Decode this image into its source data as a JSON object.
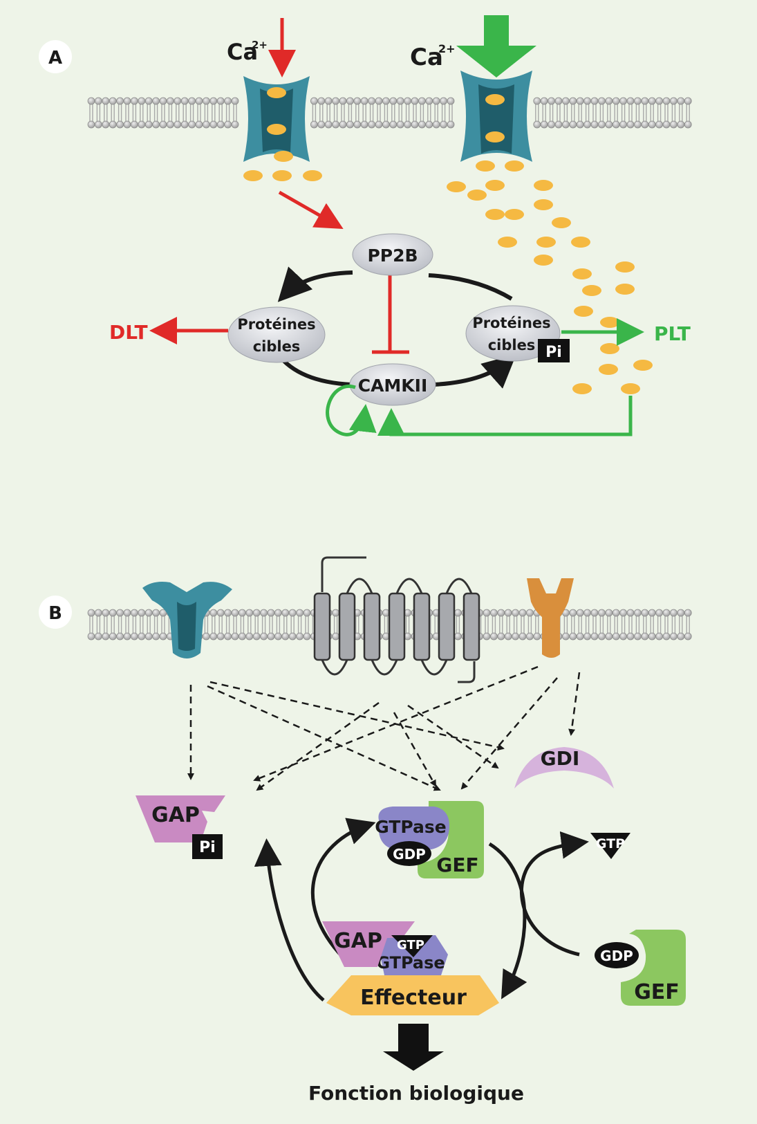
{
  "panel_a": {
    "label": "A",
    "ca_left": "Ca",
    "ca_right": "Ca",
    "ca_sup": "2+",
    "pp2b": "PP2B",
    "camkii": "CAMKII",
    "target_left_line1": "Protéines",
    "target_left_line2": "cibles",
    "target_right_line1": "Protéines",
    "target_right_line2": "cibles",
    "pi": "Pi",
    "dlt": "DLT",
    "plt": "PLT"
  },
  "panel_b": {
    "label": "B",
    "gap_top": "GAP",
    "pi": "Pi",
    "gdi": "GDI",
    "gtpase_top": "GTPase",
    "gdp_top": "GDP",
    "gef_top": "GEF",
    "gtp_right": "GTP",
    "gap_bottom": "GAP",
    "gtp_bottom": "GTP",
    "gtpase_bottom": "GTPase",
    "effecteur": "Effecteur",
    "gdp_right": "GDP",
    "gef_right": "GEF",
    "fonction": "Fonction biologique"
  },
  "colors": {
    "background": "#eef4e8",
    "inhibit_red": "#e02a28",
    "activate_green": "#3ab54a",
    "calcium": "#f5b942",
    "channel": "#3d8ea0",
    "protein_grey": "#d4d6dc",
    "gap": "#c98ac2",
    "gtpase": "#8a86c8",
    "gef": "#8cc760",
    "gdi": "#d6b3dc",
    "effecteur": "#f8c45e",
    "receptor_orange": "#d98f3c"
  }
}
